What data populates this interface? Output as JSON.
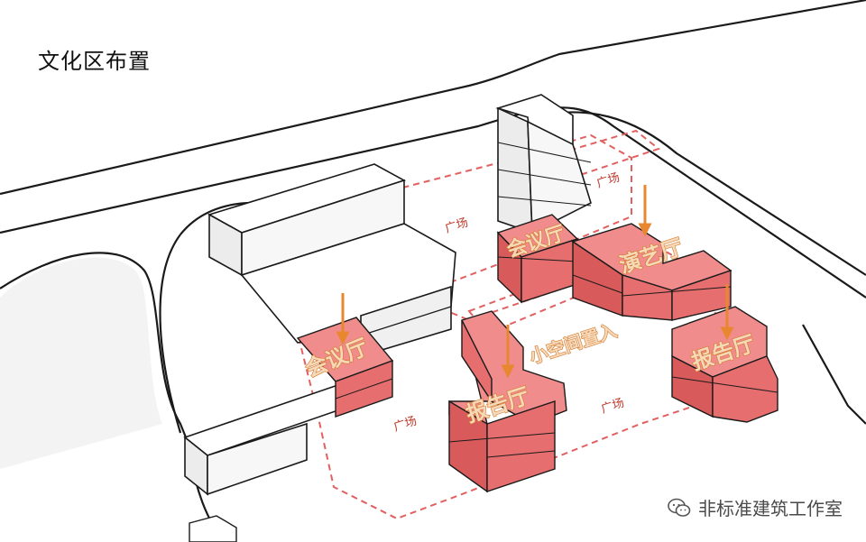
{
  "title": "文化区布置",
  "labels": {
    "conference_hall_a": "会议厅",
    "conference_hall_b": "会议厅",
    "performance_hall": "演艺厅",
    "lecture_hall_a": "报告厅",
    "lecture_hall_b": "报告厅",
    "small_space": "小空间置入",
    "plaza_1": "广场",
    "plaza_2": "广场",
    "plaza_3": "广场",
    "plaza_4": "广场"
  },
  "watermark": {
    "text": "非标准建筑工作室",
    "icon": "wechat-icon"
  },
  "colors": {
    "highlight_block": "#f08c8c",
    "highlight_block_side": "#e66e6e",
    "highlight_block_dark": "#d85a5a",
    "white_block": "#ffffff",
    "white_block_side": "#ececec",
    "arrow": "#e8872f",
    "dashed_outline": "#e26060",
    "label_fill": "#f6d9b8"
  }
}
